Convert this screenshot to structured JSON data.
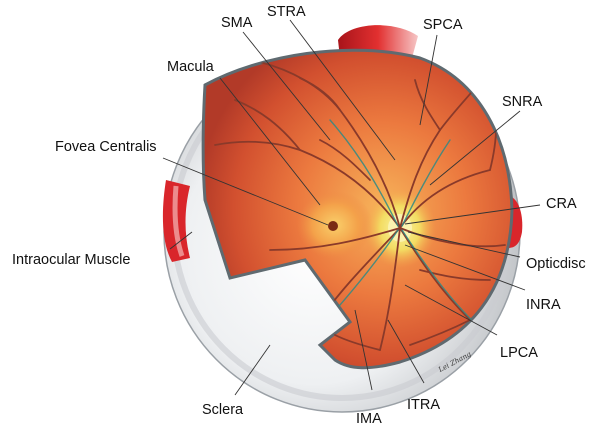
{
  "labels": {
    "sma": "SMA",
    "stra": "STRA",
    "spca": "SPCA",
    "macula": "Macula",
    "snra": "SNRA",
    "fovea": "Fovea Centralis",
    "cra": "CRA",
    "intraocular_muscle": "Intraocular Muscle",
    "opticdisc": "Opticdisc",
    "inra": "INRA",
    "lpca": "LPCA",
    "sclera": "Sclera",
    "ima": "IMA",
    "itra": "ITRA"
  },
  "signature": "Lei Zhang",
  "colors": {
    "retina_inner": "#f6a24a",
    "retina_outer": "#c9442c",
    "vessel": "#8a3a2a",
    "sclera": "#e4e6e8",
    "muscle": "#d8262a",
    "optic_disc": "#f3e27a",
    "macula": "#f7b04a",
    "fovea": "#7a2a14"
  }
}
